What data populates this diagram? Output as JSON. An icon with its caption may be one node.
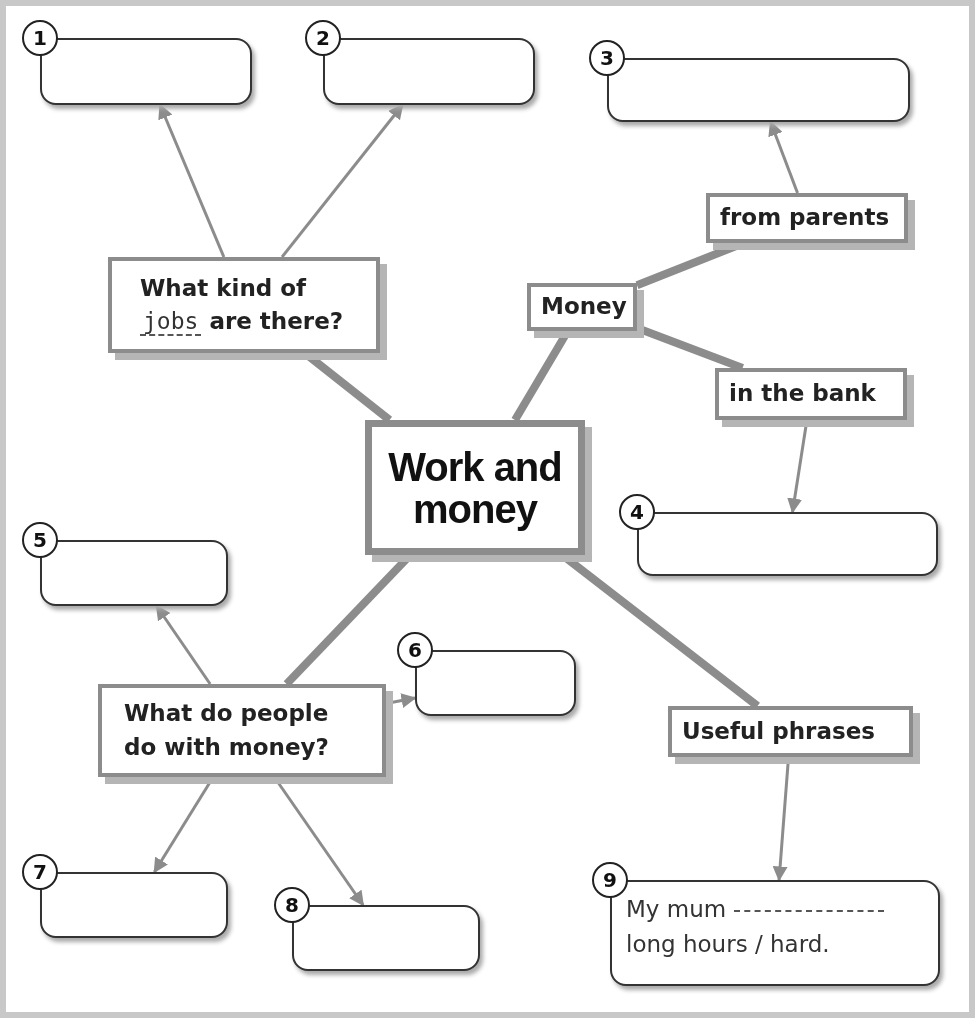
{
  "diagram": {
    "nodes": [
      {
        "text": [],
        "shape": "box",
        "beside": [
          "1"
        ]
      },
      {
        "text": [],
        "shape": "box",
        "beside": [
          "2"
        ]
      },
      {
        "text": [],
        "shape": "box",
        "beside": [
          "3"
        ]
      },
      {
        "text": [
          "from parents"
        ]
      },
      {
        "text": [
          "What kind of *jobs* are there?"
        ]
      },
      {
        "text": [
          "Money"
        ]
      },
      {
        "text": [
          "in the bank"
        ]
      },
      {
        "text": [
          "Work and money"
        ]
      },
      {
        "text": [],
        "shape": "box",
        "beside": [
          "4"
        ]
      },
      {
        "text": [],
        "shape": "box",
        "beside": [
          "5"
        ]
      },
      {
        "text": [],
        "shape": "box",
        "beside": [
          "6"
        ]
      },
      {
        "text": [
          "What do people do with money?"
        ]
      },
      {
        "text": [
          "Useful phrases"
        ]
      },
      {
        "text": [],
        "shape": "box",
        "beside": [
          "7"
        ]
      },
      {
        "text": [],
        "shape": "box",
        "beside": [
          "8"
        ]
      },
      {
        "text": [
          "My mum",
          "long hours / hard."
        ],
        "beside": [
          "9"
        ]
      }
    ],
    "edges": [
      {
        "from": 7,
        "to": 4,
        "arrow": "none",
        "style": "thick"
      },
      {
        "from": 7,
        "to": 5,
        "arrow": "none",
        "style": "thick"
      },
      {
        "from": 7,
        "to": 11,
        "arrow": "none",
        "style": "thick"
      },
      {
        "from": 7,
        "to": 12,
        "arrow": "none",
        "style": "thick"
      },
      {
        "from": 5,
        "to": 3,
        "arrow": "none",
        "style": "thick"
      },
      {
        "from": 5,
        "to": 6,
        "arrow": "none",
        "style": "thick"
      },
      {
        "from": 4,
        "to": 0,
        "arrow": "to"
      },
      {
        "from": 4,
        "to": 1,
        "arrow": "to"
      },
      {
        "from": 3,
        "to": 2,
        "arrow": "to"
      },
      {
        "from": 6,
        "to": 8,
        "arrow": "to"
      },
      {
        "from": 11,
        "to": 9,
        "arrow": "to"
      },
      {
        "from": 11,
        "to": 10,
        "arrow": "to"
      },
      {
        "from": 11,
        "to": 13,
        "arrow": "to"
      },
      {
        "from": 11,
        "to": 14,
        "arrow": "to"
      },
      {
        "from": 12,
        "to": 15,
        "arrow": "to"
      }
    ]
  }
}
